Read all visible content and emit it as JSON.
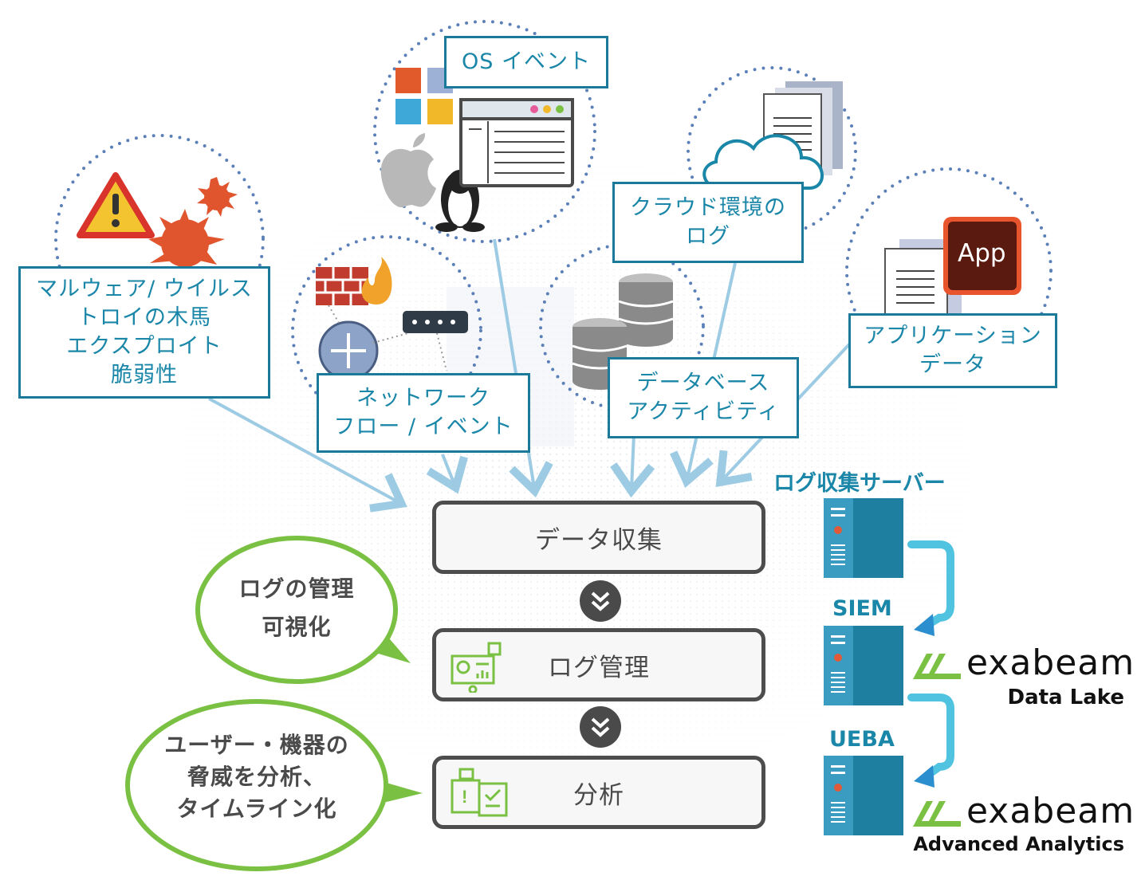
{
  "sources": {
    "malware": [
      "マルウェア/ ウイルス",
      "トロイの木馬",
      "エクスプロイト",
      "脆弱性"
    ],
    "os_events": [
      "OS イベント"
    ],
    "network": [
      "ネットワーク",
      "フロー / イベント"
    ],
    "cloud": [
      "クラウド環境の",
      "ログ"
    ],
    "database": [
      "データベース",
      "アクティビティ"
    ],
    "application": [
      "アプリケーション",
      "データ"
    ],
    "app_icon_label": "App"
  },
  "pipeline": {
    "collect": "データ収集",
    "manage": "ログ管理",
    "analyze": "分析"
  },
  "bubbles": {
    "manage": [
      "ログの管理",
      "可視化"
    ],
    "analyze": [
      "ユーザー・機器の",
      "脅威を分析、",
      "タイムライン化"
    ]
  },
  "servers": {
    "collector": "ログ収集サーバー",
    "siem": "SIEM",
    "ueba": "UEBA"
  },
  "brands": {
    "datalake_name": "exabeam",
    "datalake_product": "Data Lake",
    "analytics_name": "exabeam",
    "analytics_product": "Advanced Analytics"
  },
  "colors": {
    "box_border": "#1b7a99",
    "box_text": "#1a86a8",
    "arrow": "#9dcbe3",
    "step_border": "#4d4d4d",
    "bubble_border": "#7ac143",
    "server": "#1e7fa0",
    "server_light": "#3a9cc0",
    "brand_green": "#7ac143",
    "dot_ring": "#5b80b8"
  }
}
